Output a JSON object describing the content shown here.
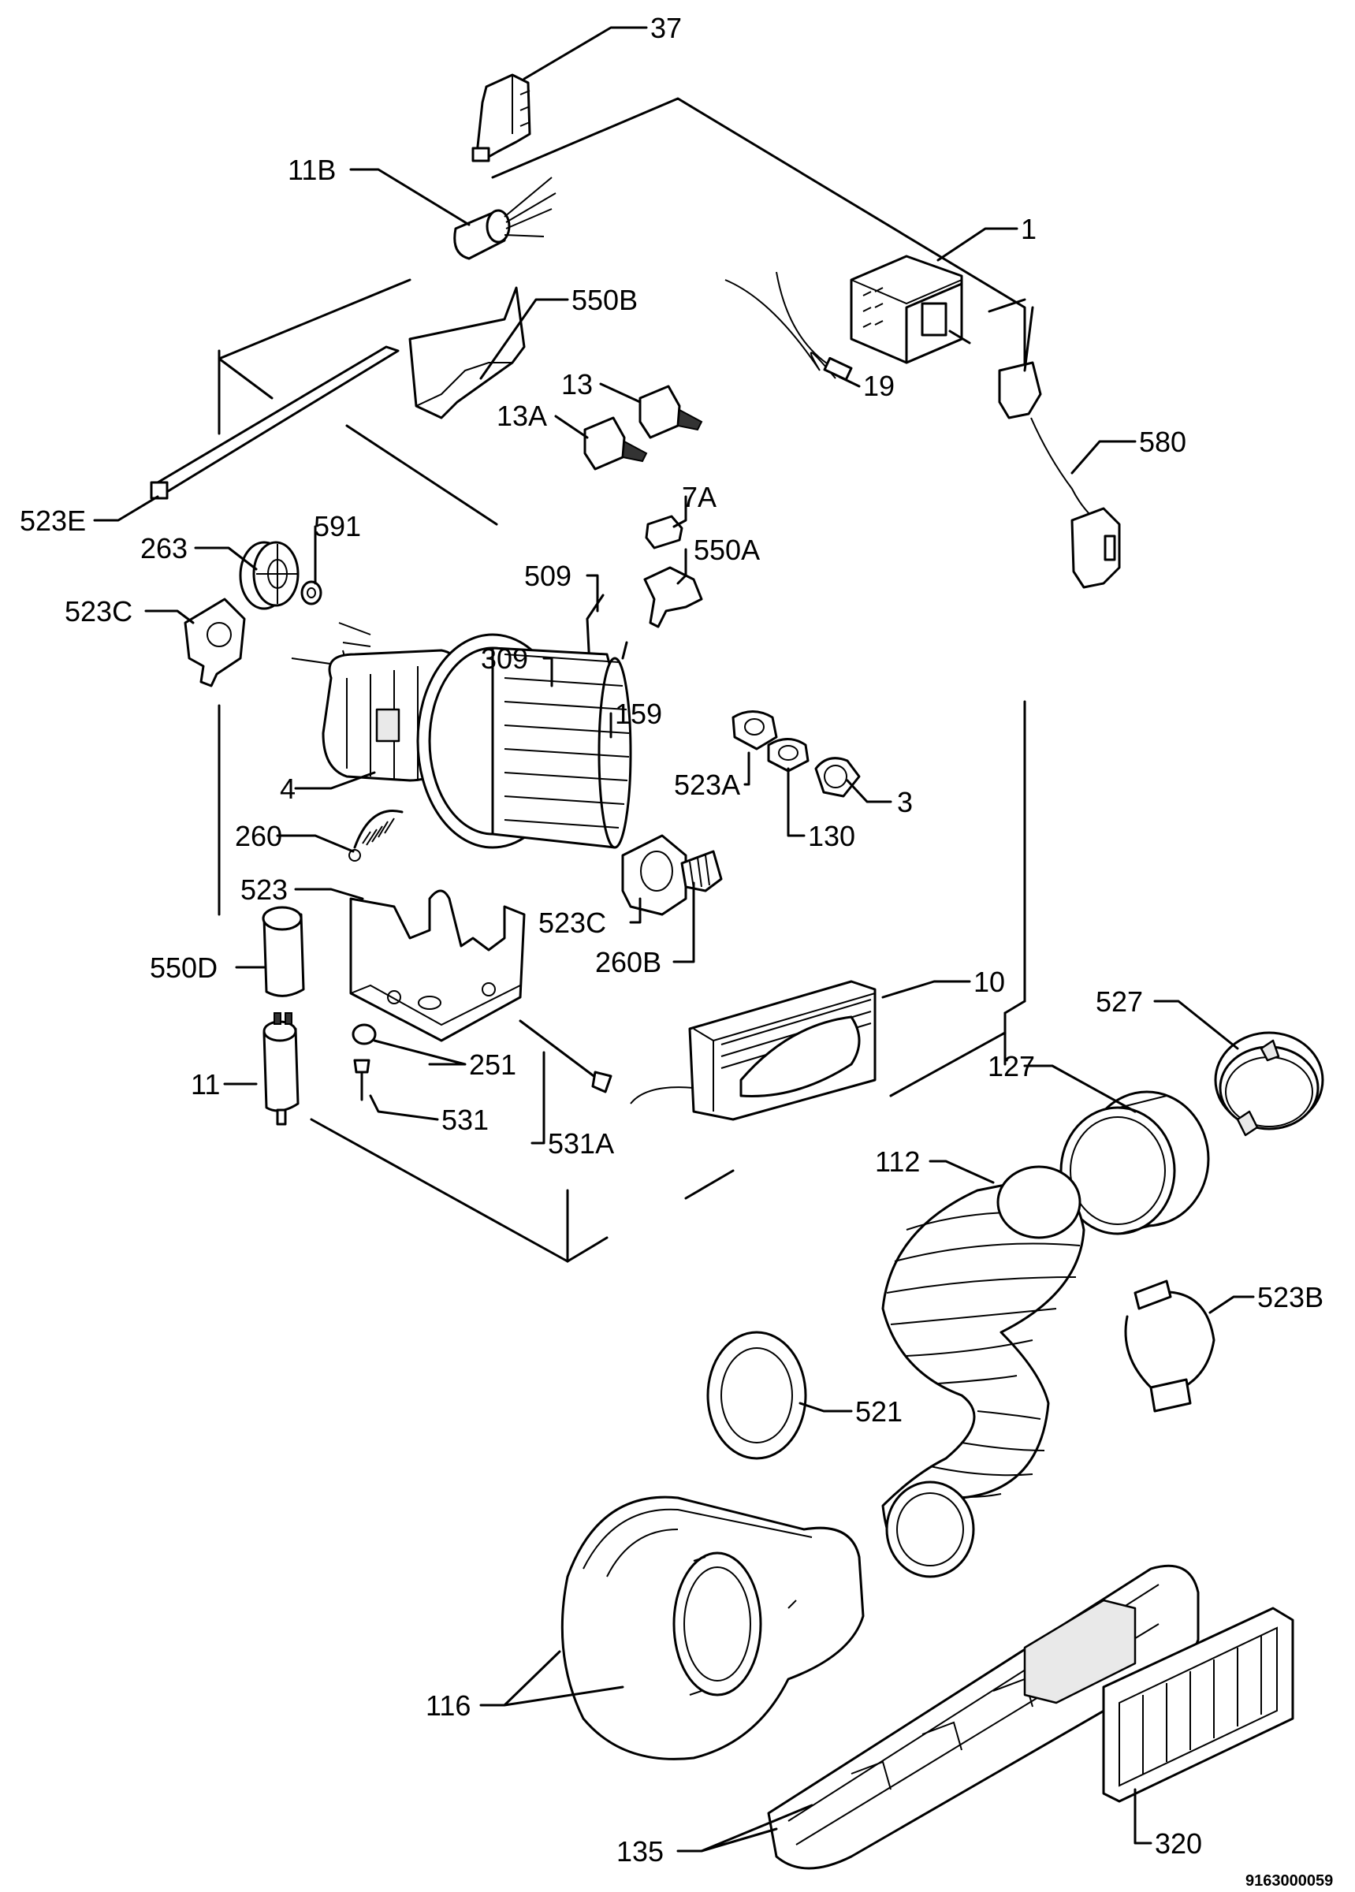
{
  "diagram": {
    "labels": {
      "l37": "37",
      "l11b": "11B",
      "l1": "1",
      "l550b": "550B",
      "l13": "13",
      "l13a": "13A",
      "l19": "19",
      "l580": "580",
      "l523e": "523E",
      "l263": "263",
      "l591": "591",
      "l7a": "7A",
      "l523c_top": "523C",
      "l509": "509",
      "l550a": "550A",
      "l309": "309",
      "l159": "159",
      "l523a": "523A",
      "l130": "130",
      "l3": "3",
      "l4": "4",
      "l260": "260",
      "l523": "523",
      "l523c_bot": "523C",
      "l260b": "260B",
      "l550d": "550D",
      "l10": "10",
      "l527": "527",
      "l251": "251",
      "l127": "127",
      "l11": "11",
      "l531": "531",
      "l531a": "531A",
      "l112": "112",
      "l523b": "523B",
      "l521": "521",
      "l116": "116",
      "l135": "135",
      "l320": "320"
    },
    "drawing_number": "9163000059"
  }
}
